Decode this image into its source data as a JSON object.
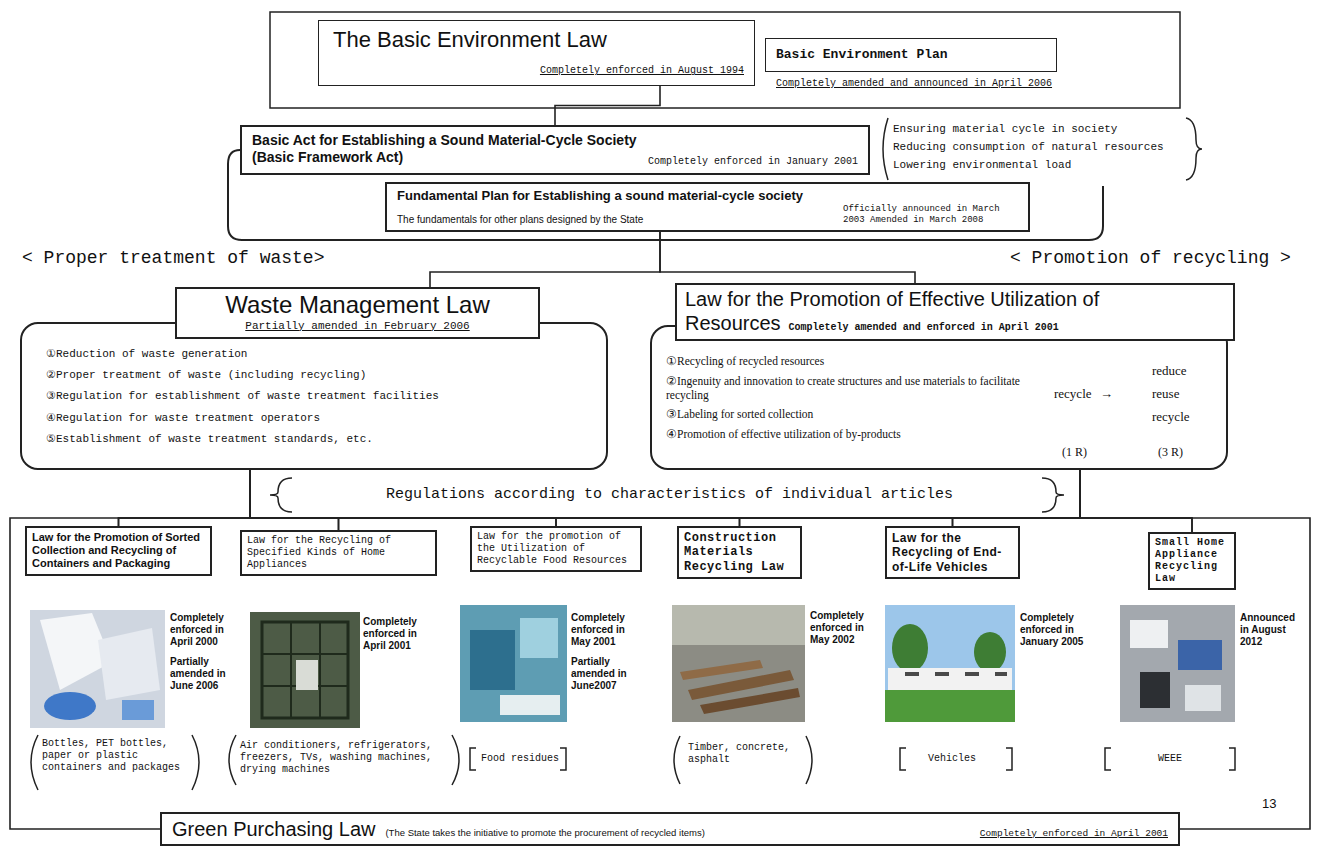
{
  "diagram": {
    "nodes": [
      {
        "text": [
          "The Basic Environment Law",
          "Completely enforced in August 1994"
        ]
      },
      {
        "text": [
          "Basic Environment Plan",
          "Completely amended and announced in April 2006"
        ]
      },
      {
        "text": [
          "Basic Act for Establishing a Sound Material-Cycle Society (Basic Framework Act)",
          "Completely enforced in January 2001"
        ]
      },
      {
        "text": [
          "Fundamental Plan for Establishing a sound material-cycle society",
          "The fundamentals for other plans designed by the State",
          "Officially announced in March 2003 Amended in March 2008"
        ]
      },
      {
        "text": [
          "Waste Management Law",
          "Partially amended in February 2006"
        ]
      },
      {
        "text": [
          "①Reduction of waste generation",
          "②Proper treatment of waste (including recycling)",
          "③Regulation for establishment of waste treatment facilities",
          "④Regulation for waste treatment operators",
          "⑤Establishment of waste treatment standards, etc."
        ]
      },
      {
        "text": [
          "Law for the Promotion of Effective Utilization of Resources",
          "Completely amended and enforced in April 2001"
        ]
      },
      {
        "text": [
          "①Recycling of recycled resources",
          "②Ingenuity and innovation to create structures and use materials to facilitate recycling",
          "③Labeling for sorted collection",
          "④Promotion of effective utilization of by-products"
        ]
      },
      {
        "text": [
          "Law for the Promotion of Sorted Collection and Recycling of Containers and Packaging"
        ]
      },
      {
        "text": [
          "Law for the Recycling of Specified Kinds of Home Appliances"
        ]
      },
      {
        "text": [
          "Law for the promotion of the Utilization of Recyclable Food Resources"
        ]
      },
      {
        "text": [
          "Construction Materials Recycling Law"
        ]
      },
      {
        "text": [
          "Law for the Recycling of End-of-Life Vehicles"
        ]
      },
      {
        "text": [
          "Small Home Appliance Recycling Law"
        ]
      },
      {
        "text": [
          "Green Purchasing Law",
          "(The State takes the initiative to promote the procurement of recycled items)",
          "Completely enforced in April 2001"
        ]
      }
    ],
    "edges": [
      {
        "from": 0,
        "to": 2,
        "arrow": "none"
      },
      {
        "from": 3,
        "to": 4,
        "arrow": "none"
      },
      {
        "from": 3,
        "to": 6,
        "arrow": "none"
      },
      {
        "from": 5,
        "to": 8,
        "arrow": "none"
      },
      {
        "from": 5,
        "to": 9,
        "arrow": "none"
      },
      {
        "from": 5,
        "to": 10,
        "arrow": "none"
      },
      {
        "from": 5,
        "to": 11,
        "arrow": "none"
      },
      {
        "from": 5,
        "to": 12,
        "arrow": "none"
      },
      {
        "from": 5,
        "to": 13,
        "arrow": "none"
      },
      {
        "from": 5,
        "to": 14,
        "arrow": "none"
      },
      {
        "from": 7,
        "to": 8,
        "arrow": "none"
      },
      {
        "from": 7,
        "to": 9,
        "arrow": "none"
      },
      {
        "from": 7,
        "to": 10,
        "arrow": "none"
      },
      {
        "from": 7,
        "to": 11,
        "arrow": "none"
      },
      {
        "from": 7,
        "to": 12,
        "arrow": "none"
      },
      {
        "from": 7,
        "to": 13,
        "arrow": "none"
      },
      {
        "from": 7,
        "to": 14,
        "arrow": "none"
      }
    ],
    "labels": [
      "Ensuring material cycle in society",
      "Reducing consumption of natural resources",
      "Lowering environmental load",
      "< Proper treatment of waste>",
      "< Promotion of recycling >",
      "recycle",
      "→",
      "reduce",
      "reuse",
      "recycle",
      "(1 R)",
      "(3 R)",
      "Regulations according to characteristics of individual articles",
      "Completely enforced in April 2000",
      "Partially amended in June 2006",
      "Completely enforced in April 2001",
      "Completely enforced in May 2001",
      "Partially amended in June2007",
      "Completely enforced in May 2002",
      "Completely enforced in January 2005",
      "Announced in August 2012",
      "Bottles, PET bottles, paper or plastic containers and packages",
      "Air conditioners, refrigerators, freezers, TVs, washing machines, drying machines",
      "Food residues",
      "Timber, concrete, asphalt",
      "Vehicles",
      "WEEE",
      "13"
    ]
  }
}
